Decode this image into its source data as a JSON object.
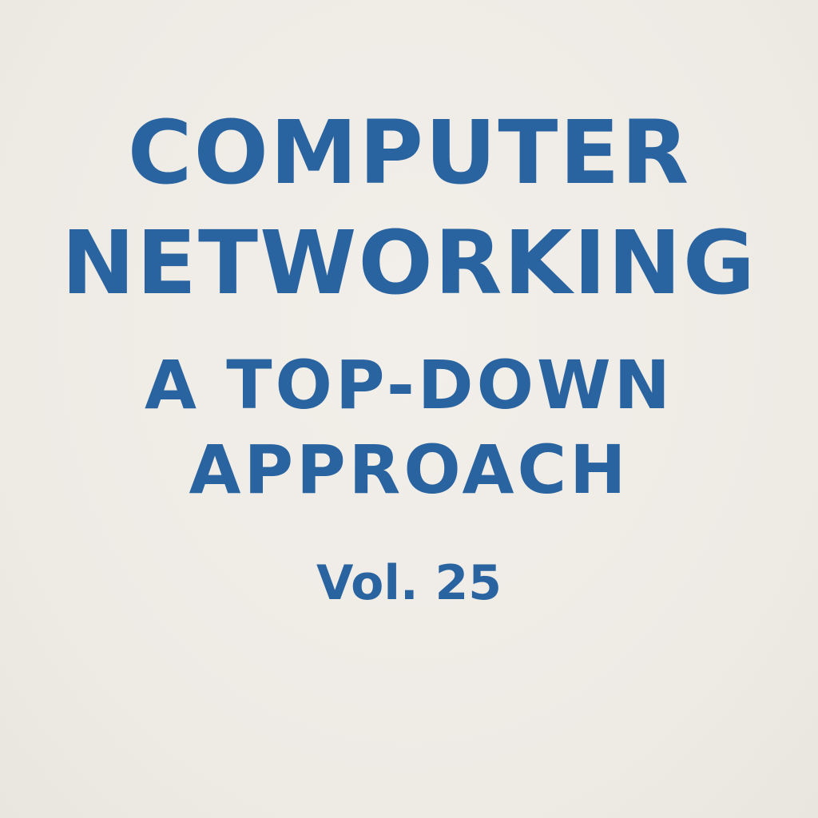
{
  "cover": {
    "title": [
      "COMPUTER",
      "NETWORKING"
    ],
    "subtitle": [
      "A TOP-DOWN",
      "APPROACH"
    ],
    "volume": "Vol. 25"
  },
  "colors": {
    "background": "#efebe6",
    "text": "#2a64a0"
  }
}
